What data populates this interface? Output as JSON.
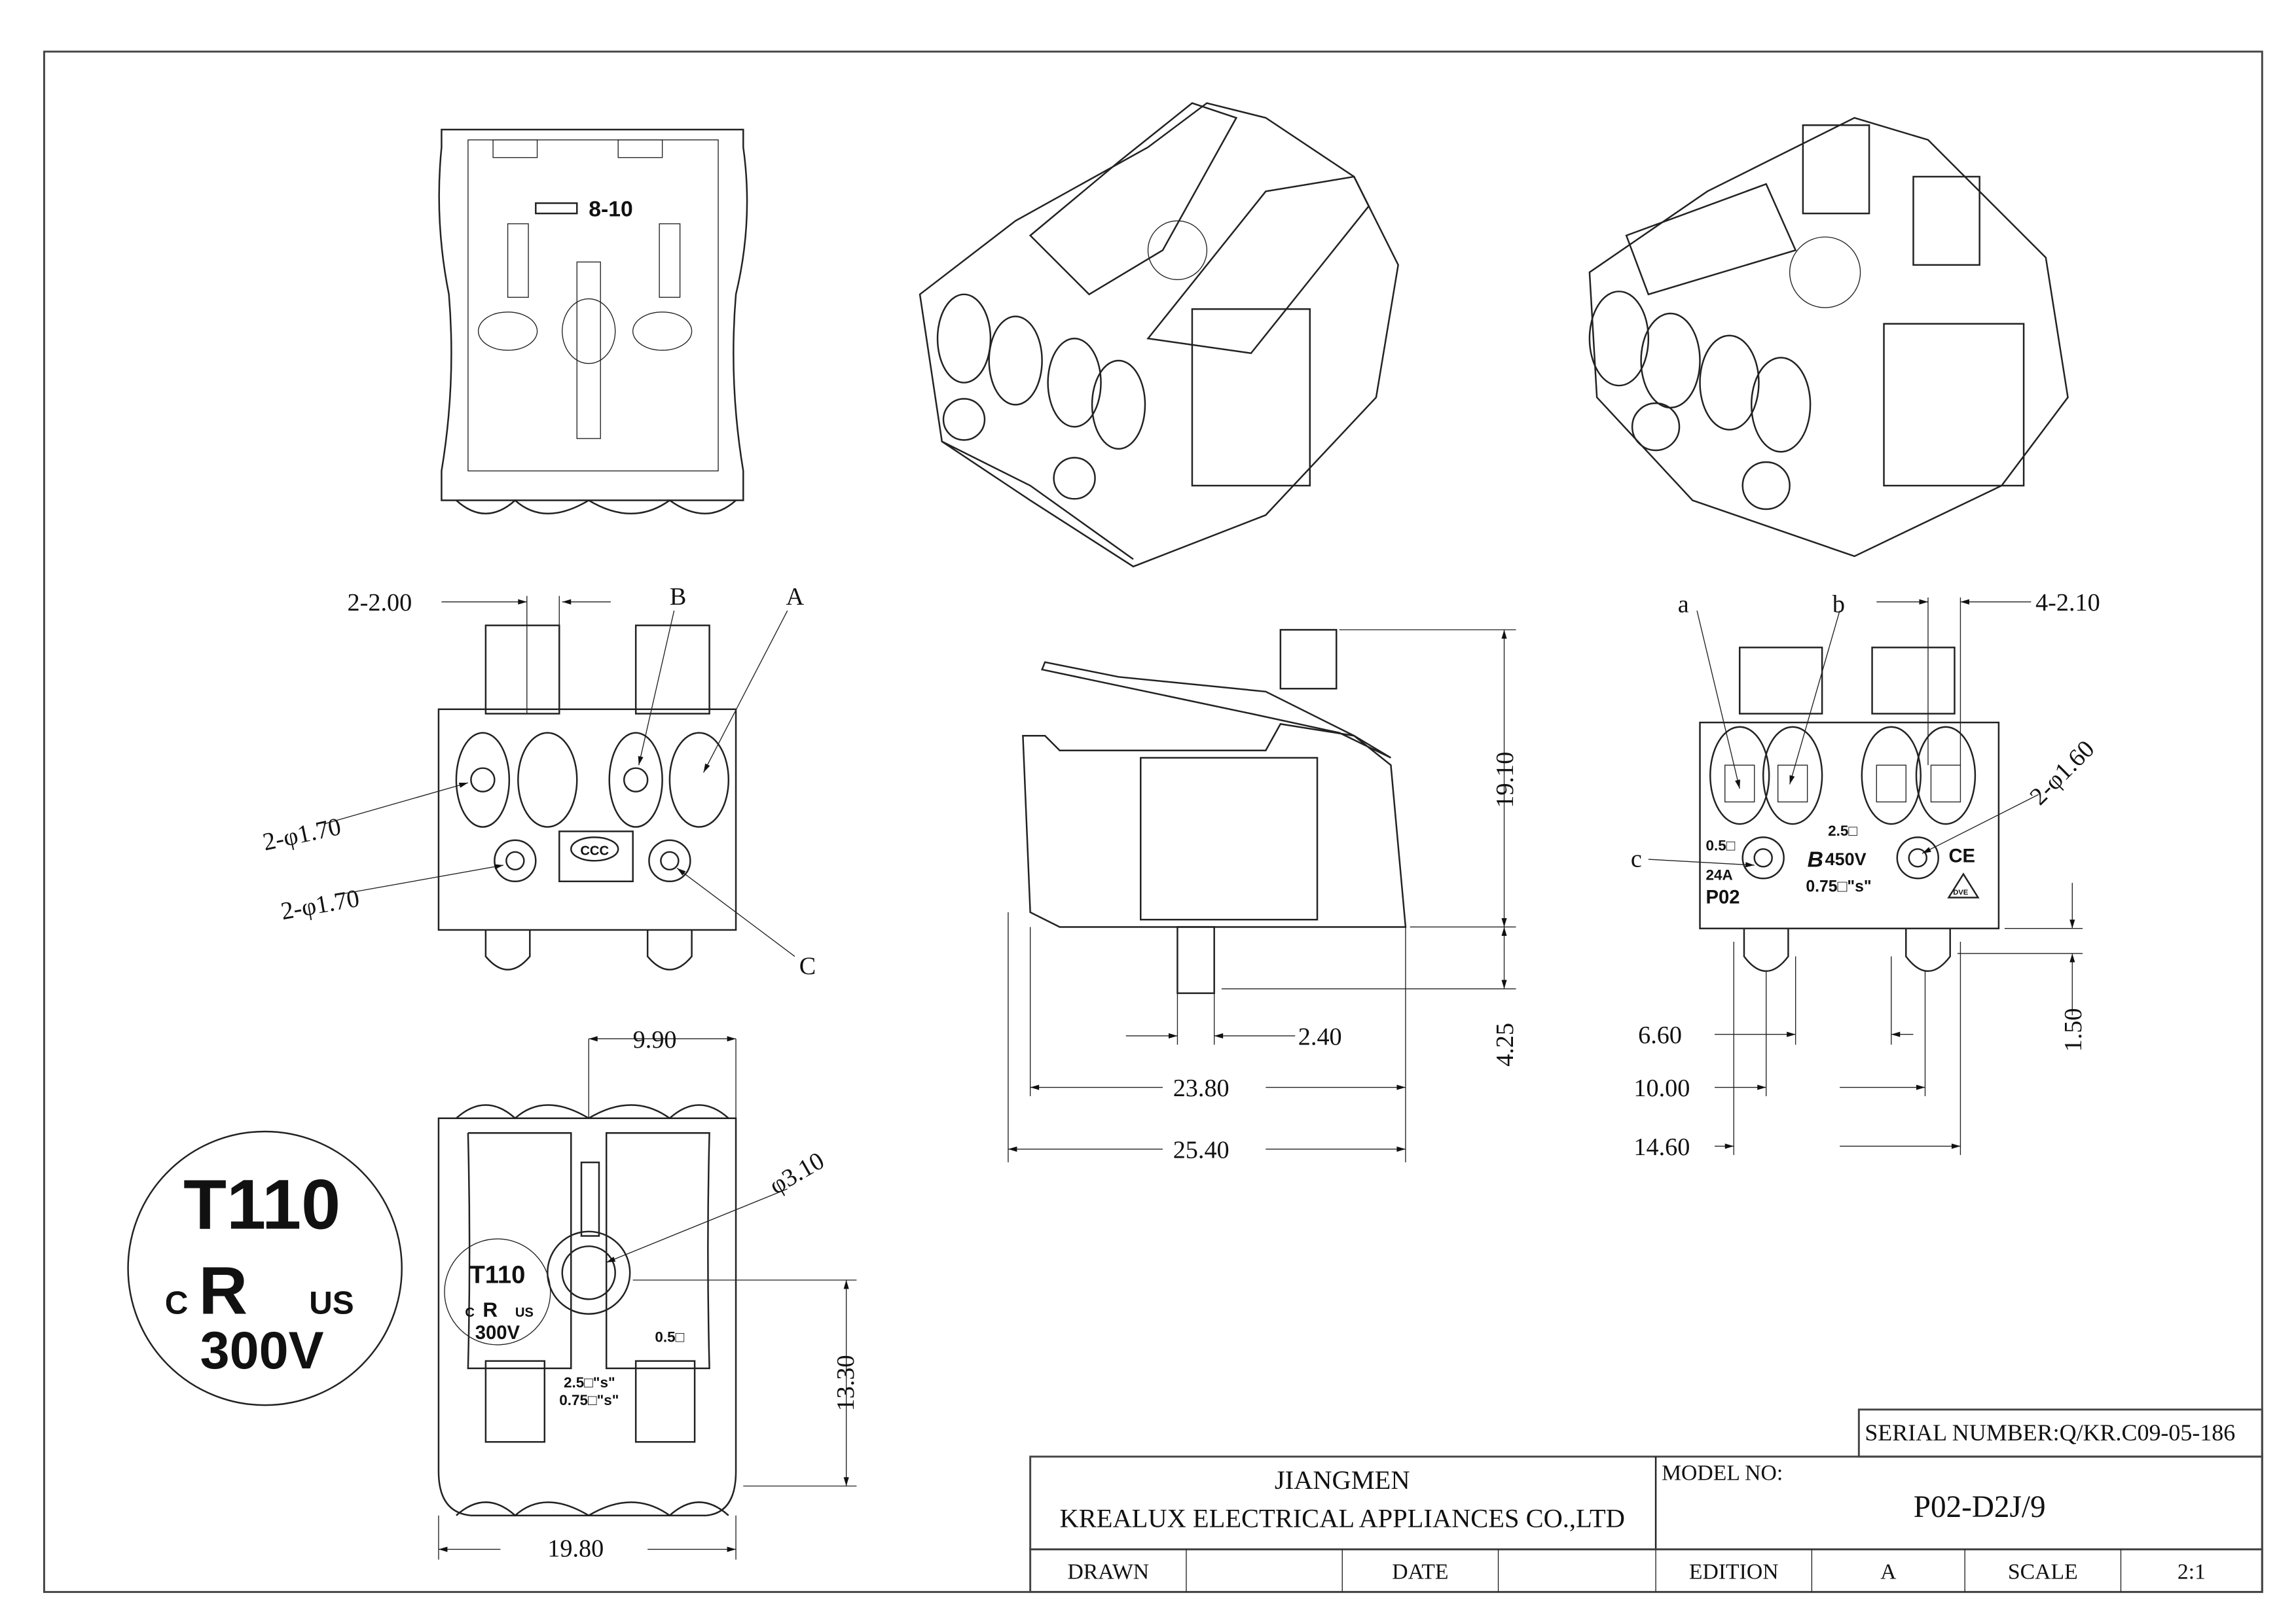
{
  "drawing": {
    "top_view": {
      "wire_strip_label": "8-10"
    },
    "front_view": {
      "dimensions": {
        "slot_width": "2-2.00",
        "hole_upper": "2-φ1.70",
        "hole_lower": "2-φ1.70"
      },
      "callouts": {
        "A": "A",
        "B": "B",
        "C": "C"
      },
      "logo": "CCC"
    },
    "bottom_view": {
      "dimensions": {
        "top_width": "9.90",
        "hole_dia": "φ3.10",
        "height": "13.30",
        "overall_width": "19.80"
      },
      "markings": {
        "rating": "T110",
        "c": "C",
        "us": "US",
        "voltage": "300V",
        "small_size": "0.5□",
        "size_a": "2.5□\"s\"",
        "size_b": "0.75□\"s\""
      }
    },
    "detail_circle": {
      "rating": "T110",
      "c": "C",
      "us": "US",
      "voltage": "300V"
    },
    "side_view": {
      "dimensions": {
        "height": "19.10",
        "lower_height": "4.25",
        "pin_width": "2.40",
        "body_length": "23.80",
        "overall_length": "25.40"
      }
    },
    "end_view": {
      "callouts": {
        "a": "a",
        "b": "b",
        "c": "c"
      },
      "dimensions": {
        "slot_width": "4-2.10",
        "hole_dia": "2-φ1.60",
        "inner_pitch": "6.60",
        "pin_pitch": "10.00",
        "overall_width": "14.60",
        "pin_height": "1.50"
      },
      "markings": {
        "small_size": "0.5□",
        "large_size": "2.5□",
        "voltage": "450V",
        "current": "24A",
        "model": "P02",
        "size_s": "0.75□\"s\"",
        "ce": "CE",
        "vde": "DVE"
      }
    }
  },
  "title_block": {
    "serial_number": "SERIAL NUMBER:Q/KR.C09-05-186",
    "company_line1": "JIANGMEN",
    "company_line2": "KREALUX ELECTRICAL APPLIANCES CO.,LTD",
    "model_label": "MODEL NO:",
    "model_value": "P02-D2J/9",
    "drawn_label": "DRAWN",
    "drawn_value": "",
    "date_label": "DATE",
    "date_value": "",
    "edition_label": "EDITION",
    "edition_value": "A",
    "scale_label": "SCALE",
    "scale_value": "2:1"
  }
}
